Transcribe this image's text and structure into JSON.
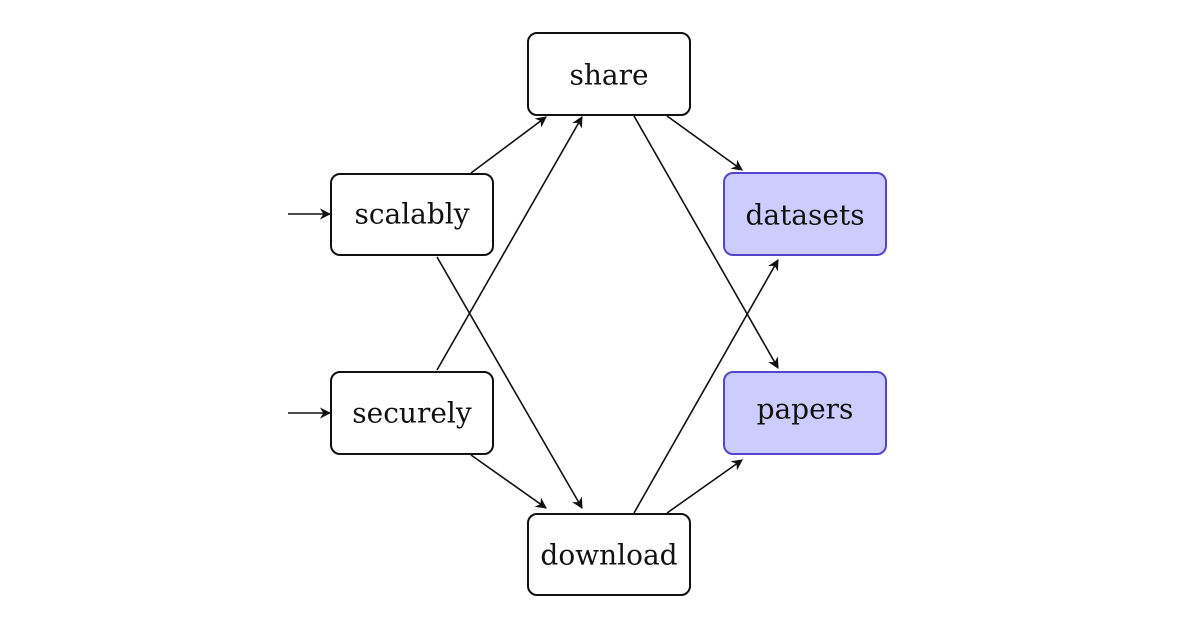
{
  "nodes": [
    {
      "id": "share",
      "label": "share",
      "highlight": false
    },
    {
      "id": "scalably",
      "label": "scalably",
      "highlight": false
    },
    {
      "id": "datasets",
      "label": "datasets",
      "highlight": true
    },
    {
      "id": "securely",
      "label": "securely",
      "highlight": false
    },
    {
      "id": "papers",
      "label": "papers",
      "highlight": true
    },
    {
      "id": "download",
      "label": "download",
      "highlight": false
    }
  ],
  "edges": [
    {
      "from": "start-1",
      "to": "scalably"
    },
    {
      "from": "start-2",
      "to": "securely"
    },
    {
      "from": "scalably",
      "to": "share"
    },
    {
      "from": "scalably",
      "to": "download"
    },
    {
      "from": "securely",
      "to": "share"
    },
    {
      "from": "securely",
      "to": "download"
    },
    {
      "from": "share",
      "to": "datasets"
    },
    {
      "from": "share",
      "to": "papers"
    },
    {
      "from": "download",
      "to": "datasets"
    },
    {
      "from": "download",
      "to": "papers"
    }
  ],
  "colors": {
    "highlight_fill": "#ccccff",
    "highlight_stroke": "#5544cc",
    "line": "#111111"
  }
}
